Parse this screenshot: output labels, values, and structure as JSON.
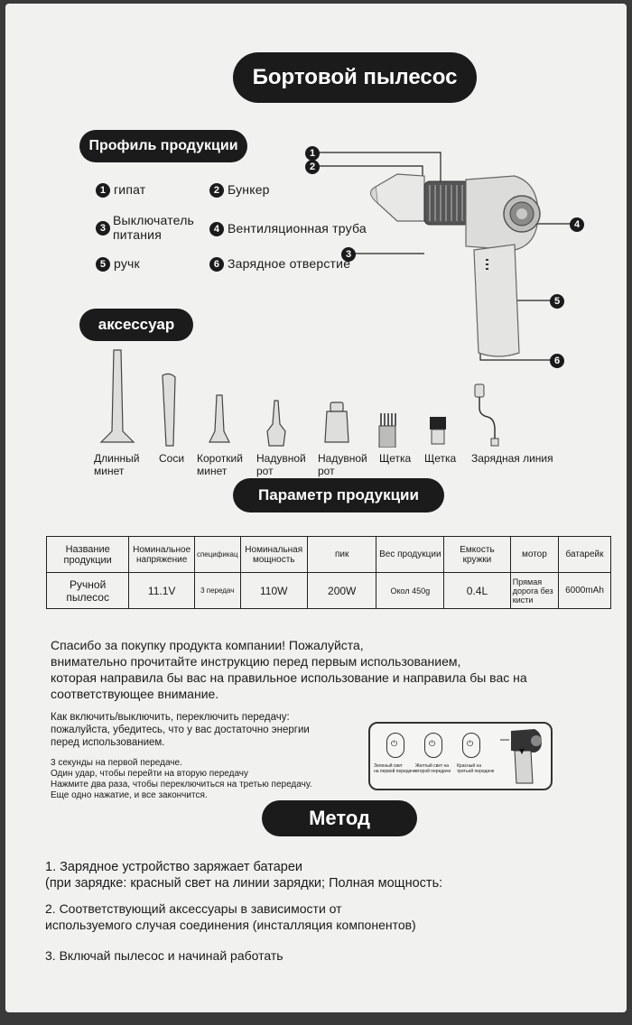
{
  "title": "Бортовой пылесос",
  "profile": {
    "heading": "Профиль продукции",
    "features": [
      {
        "num": "1",
        "label": "гипат"
      },
      {
        "num": "2",
        "label": "Бункер"
      },
      {
        "num": "3",
        "label_line1": "Выключатель",
        "label_line2": "питания"
      },
      {
        "num": "4",
        "label": "Вентиляционная труба"
      },
      {
        "num": "5",
        "label": "ручк"
      },
      {
        "num": "6",
        "label": "Зарядное отверстие"
      }
    ],
    "callouts": [
      "1",
      "2",
      "3",
      "4",
      "5",
      "6"
    ]
  },
  "accessories": {
    "heading": "аксессуар",
    "items": [
      {
        "line1": "Длинный",
        "line2": "минет"
      },
      {
        "line1": "Соси",
        "line2": ""
      },
      {
        "line1": "Короткий",
        "line2": "минет"
      },
      {
        "line1": "Надувной",
        "line2": "рот"
      },
      {
        "line1": "Надувной",
        "line2": "рот"
      },
      {
        "line1": "Щетка",
        "line2": ""
      },
      {
        "line1": "Щетка",
        "line2": ""
      },
      {
        "line1": "Зарядная линия",
        "line2": ""
      }
    ]
  },
  "params": {
    "heading": "Параметр продукции",
    "headers": [
      "Название продукции",
      "Номинальное напряжение",
      "спецификац",
      "Номинальная мощность",
      "пик",
      "Вес продукции",
      "Емкость кружки",
      "мотор",
      "батарейк"
    ],
    "row": [
      "Ручной пылесос",
      "11.1V",
      "3 передач",
      "110W",
      "200W",
      "Окол 450g",
      "0.4L",
      "Прямая дорога без кисти",
      "6000mAh"
    ]
  },
  "intro": {
    "lines": [
      "Спасибо за покупку продукта компании! Пожалуйста,",
      "внимательно прочитайте инструкцию перед первым использованием,",
      "которая направила бы вас на правильное использование и направила бы вас на",
      "соответствующее внимание."
    ]
  },
  "switch": {
    "lines": [
      "Как включить/выключить, переключить передачу:",
      "пожалуйста, убедитесь, что у вас достаточно энергии",
      "перед использованием."
    ],
    "steps": [
      "3 секунды на первой передаче.",
      "Один удар, чтобы перейти на вторую передачу",
      "Нажмите два раза, чтобы переключиться на третью передачу.",
      "Еще одно нажатие, и все закончится."
    ],
    "panel_labels": [
      {
        "l1": "Зеленый свет",
        "l2": "на первой передаче"
      },
      {
        "l1": "Желтый свет на",
        "l2": "второй передаче"
      },
      {
        "l1": "Красный на",
        "l2": "третьей передаче"
      }
    ]
  },
  "method": {
    "heading": "Метод",
    "items": [
      {
        "l1": "1. Зарядное устройство заряжает батареи",
        "l2": "(при зарядке: красный свет на линии зарядки; Полная мощность:"
      },
      {
        "l1": "2. Соответствующий аксессуары в зависимости от",
        "l2": "используемого случая соединения (инсталляция компонентов)"
      },
      {
        "l1": "3. Включай пылесос и начинай работать",
        "l2": ""
      }
    ]
  }
}
